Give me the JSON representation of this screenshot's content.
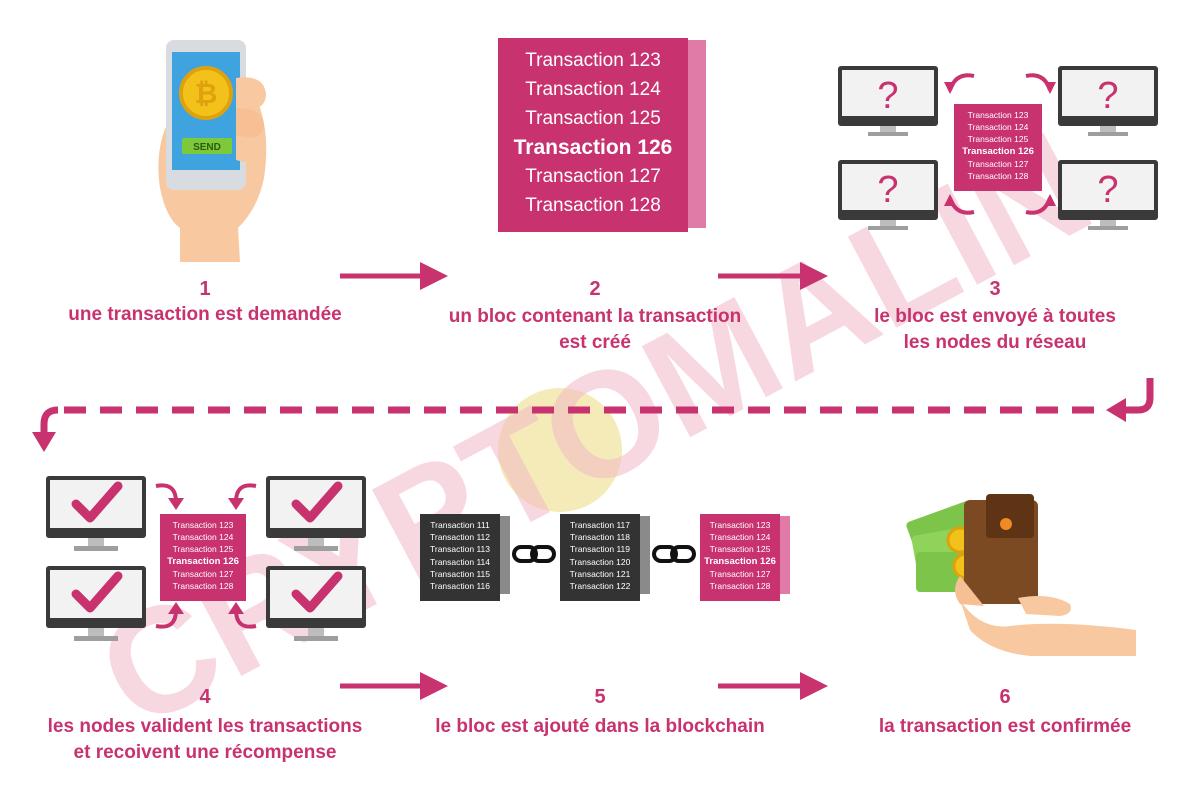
{
  "colors": {
    "accent": "#c8326f",
    "accent_light": "#e07aa6",
    "block_dark": "#333333",
    "watermark": "#f3b9c8"
  },
  "watermark": {
    "text": "CRYPTOMALIN"
  },
  "steps": [
    {
      "number": "1",
      "caption": [
        "une transaction est demandée"
      ]
    },
    {
      "number": "2",
      "caption": [
        "un bloc contenant la transaction",
        "est créé"
      ]
    },
    {
      "number": "3",
      "caption": [
        "le bloc est envoyé à toutes",
        "les nodes du réseau"
      ]
    },
    {
      "number": "4",
      "caption": [
        "les nodes valident les transactions",
        "et recoivent une récompense"
      ]
    },
    {
      "number": "5",
      "caption": [
        "le bloc est ajouté dans la blockchain"
      ]
    },
    {
      "number": "6",
      "caption": [
        "la transaction est confirmée"
      ]
    }
  ],
  "phone": {
    "button_label": "SEND",
    "icon": "bitcoin-icon"
  },
  "block_pending": {
    "transactions": [
      "Transaction 123",
      "Transaction 124",
      "Transaction 125",
      "Transaction 126",
      "Transaction 127",
      "Transaction 128"
    ],
    "highlight": "Transaction 126"
  },
  "chain_blocks": [
    {
      "transactions": [
        "Transaction 111",
        "Transaction 112",
        "Transaction 113",
        "Transaction 114",
        "Transaction 115",
        "Transaction 116"
      ]
    },
    {
      "transactions": [
        "Transaction 117",
        "Transaction 118",
        "Transaction 119",
        "Transaction 120",
        "Transaction 121",
        "Transaction 122"
      ]
    }
  ],
  "nodes_step3": {
    "symbol": "?"
  },
  "nodes_step4": {
    "symbol": "check-icon"
  }
}
